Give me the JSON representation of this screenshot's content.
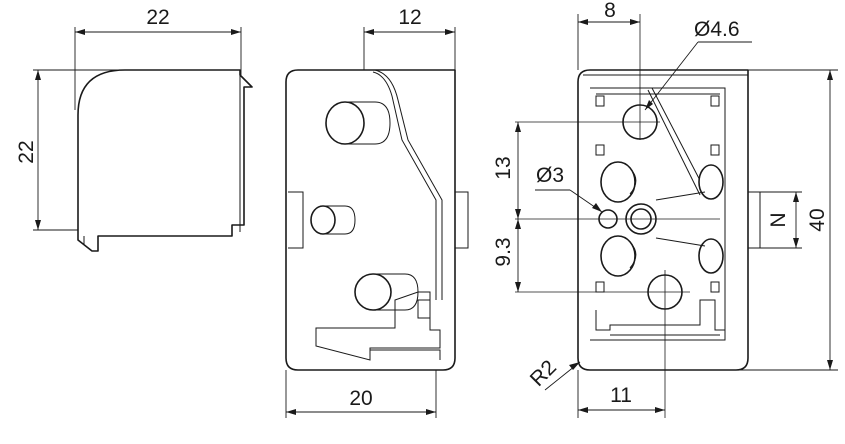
{
  "dimensions": {
    "view1_width": "22",
    "view1_height": "22",
    "view2_top_width": "12",
    "view2_bottom_width": "20",
    "view3_top_width": "8",
    "view3_hole_large": "Ø4.6",
    "view3_hole_small": "Ø3",
    "view3_upper_spacing": "13",
    "view3_lower_spacing": "9.3",
    "view3_slot": "N",
    "view3_height": "40",
    "view3_bottom_width": "11",
    "view3_radius": "R2"
  }
}
